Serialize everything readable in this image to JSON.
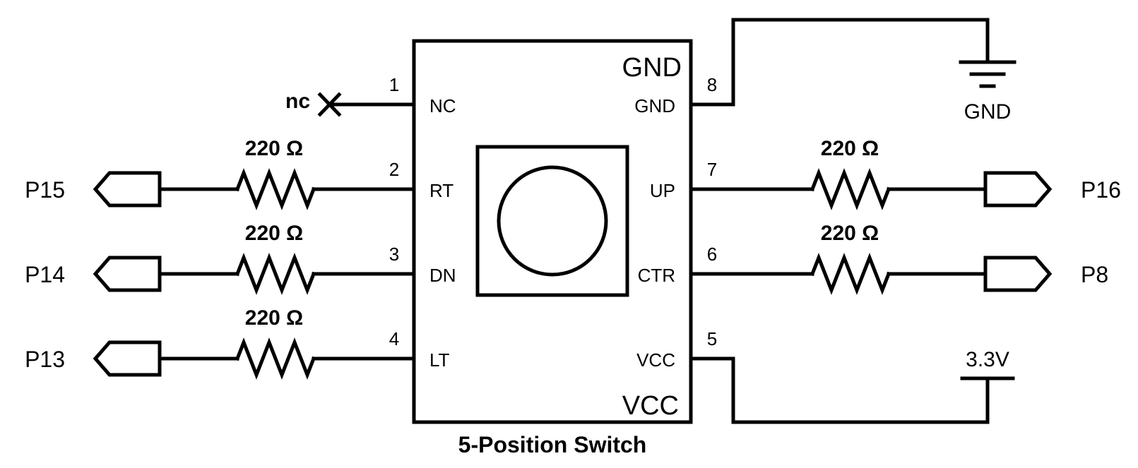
{
  "component": {
    "title": "5-Position Switch",
    "top_label": "GND",
    "bottom_label": "VCC"
  },
  "pins": [
    {
      "number": "1",
      "name": "NC"
    },
    {
      "number": "2",
      "name": "RT"
    },
    {
      "number": "3",
      "name": "DN"
    },
    {
      "number": "4",
      "name": "LT"
    },
    {
      "number": "5",
      "name": "VCC"
    },
    {
      "number": "6",
      "name": "CTR"
    },
    {
      "number": "7",
      "name": "UP"
    },
    {
      "number": "8",
      "name": "GND"
    }
  ],
  "nc_label": "nc",
  "resistors": [
    {
      "value": "220 Ω"
    },
    {
      "value": "220 Ω"
    },
    {
      "value": "220 Ω"
    },
    {
      "value": "220 Ω"
    },
    {
      "value": "220 Ω"
    }
  ],
  "ports": {
    "rt": "P15",
    "dn": "P14",
    "lt": "P13",
    "up": "P16",
    "ctr": "P8"
  },
  "ground_label": "GND",
  "supply_label": "3.3V"
}
